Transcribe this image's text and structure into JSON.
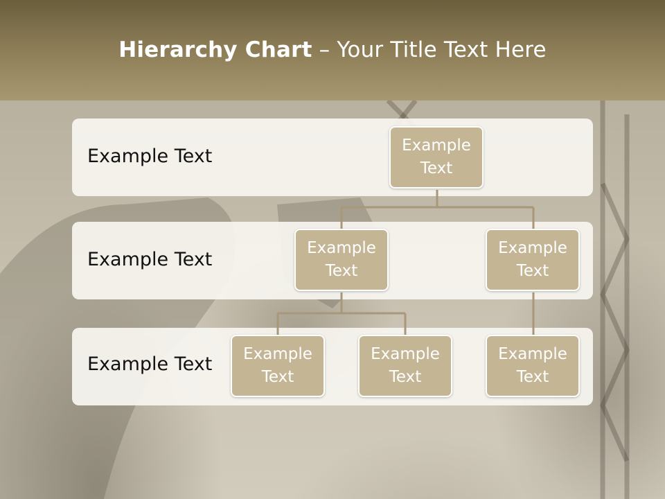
{
  "slide": {
    "title_bold": "Hierarchy Chart",
    "title_rest": " – Your Title Text Here"
  },
  "levels": [
    {
      "label": "Example Text"
    },
    {
      "label": "Example Text"
    },
    {
      "label": "Example Text"
    }
  ],
  "nodes": {
    "root": "Example Text",
    "left": "Example Text",
    "right": "Example Text",
    "left_child_1": "Example Text",
    "left_child_2": "Example Text",
    "right_child": "Example Text"
  },
  "colors": {
    "header": "#7f7250",
    "node_fill": "#c4b595",
    "band_fill": "#f7f5f0",
    "connector": "#a8977a"
  }
}
